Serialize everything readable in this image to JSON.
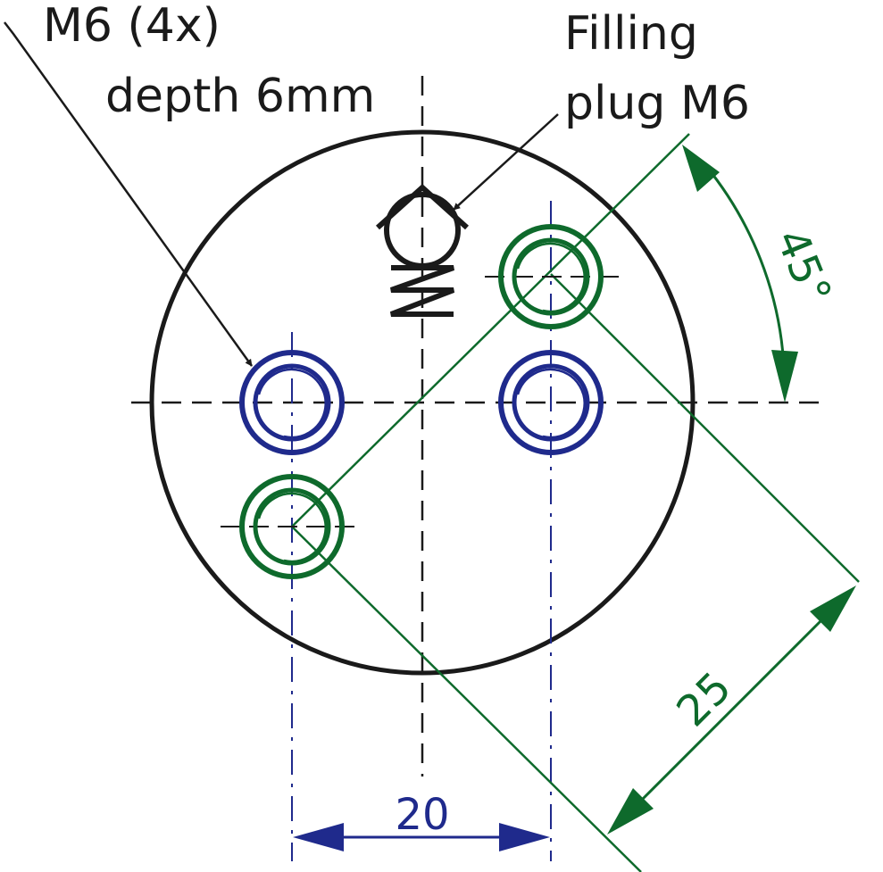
{
  "labels": {
    "thread_line1": "M6 (4x)",
    "thread_line2": "depth 6mm",
    "filling_line1": "Filling",
    "filling_line2": "plug M6"
  },
  "dimensions": {
    "horizontal_spacing": "20",
    "diagonal_spacing": "25",
    "angle": "45°"
  },
  "colors": {
    "outline": "#1a1a1a",
    "blue_holes": "#1f2a8c",
    "green_holes": "#0e6a2c"
  }
}
